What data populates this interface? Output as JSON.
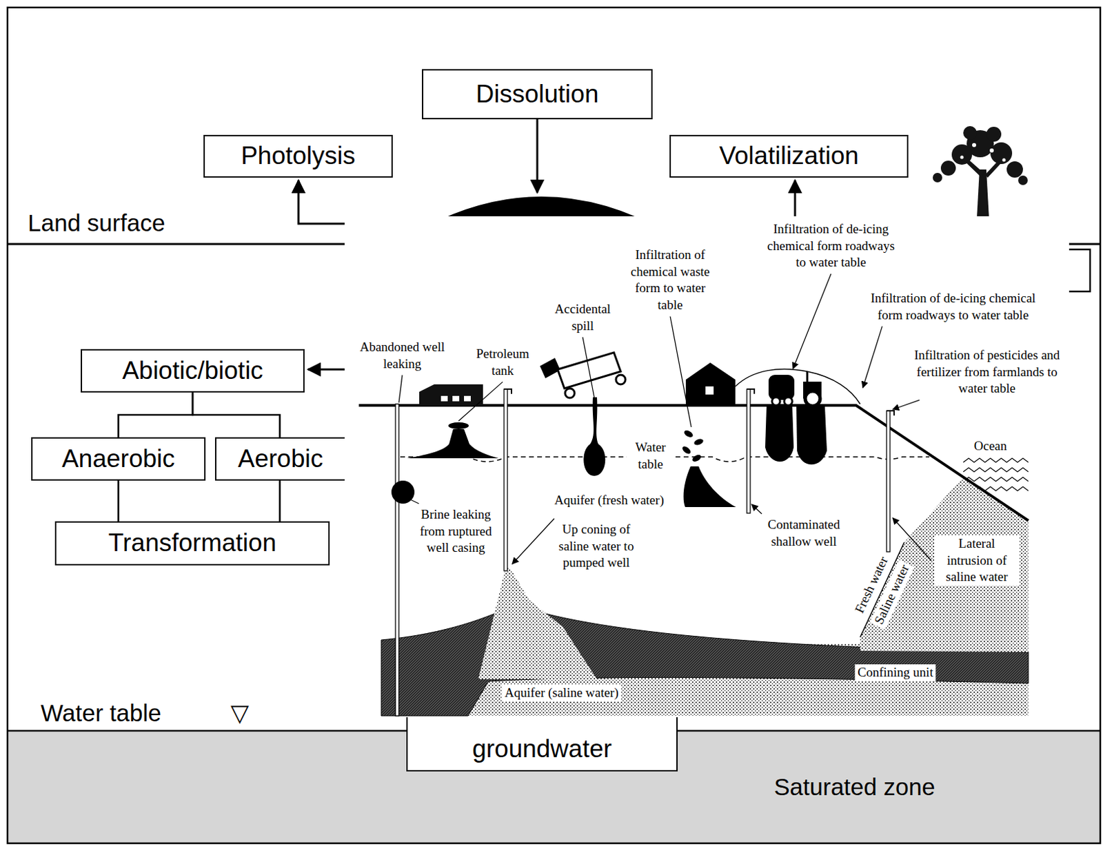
{
  "diagram": {
    "nodes": [
      {
        "text": [
          "Dissolution"
        ]
      },
      {
        "text": [
          "Photolysis"
        ]
      },
      {
        "text": [
          "Volatilization"
        ]
      },
      {
        "text": [
          "Abiotic/biotic"
        ]
      },
      {
        "text": [
          "Anaerobic"
        ]
      },
      {
        "text": [
          "Aerobic"
        ]
      },
      {
        "text": [
          "Transformation"
        ]
      },
      {
        "text": [
          "groundwater"
        ]
      }
    ],
    "edges": [
      {
        "from": 3,
        "to": 4,
        "arrow": "none"
      },
      {
        "from": 3,
        "to": 5,
        "arrow": "none"
      },
      {
        "from": 4,
        "to": 6,
        "arrow": "none"
      },
      {
        "from": 5,
        "to": 6,
        "arrow": "none"
      }
    ],
    "labels": [
      "Land surface",
      "Infiltration of de-icing chemical form roadways to water table",
      "Infiltration of chemical waste form to water table",
      "Infiltration of de-icing chemical form roadways to water table",
      "Accidental spill",
      "Abandoned well leaking",
      "Petroleum tank",
      "Infiltration of pesticides and fertilizer from farmlands to water table",
      "Water table",
      "Ocean",
      "Aquifer (fresh water)",
      "Brine leaking from ruptured well casing",
      "Up coning of saline water to pumped well",
      "Contaminated shallow well",
      "Lateral intrusion of saline water",
      "Fresh water",
      "Saline water",
      "Confining unit",
      "Aquifer (saline water)",
      "Water table",
      "▽",
      "Saturated zone"
    ]
  }
}
